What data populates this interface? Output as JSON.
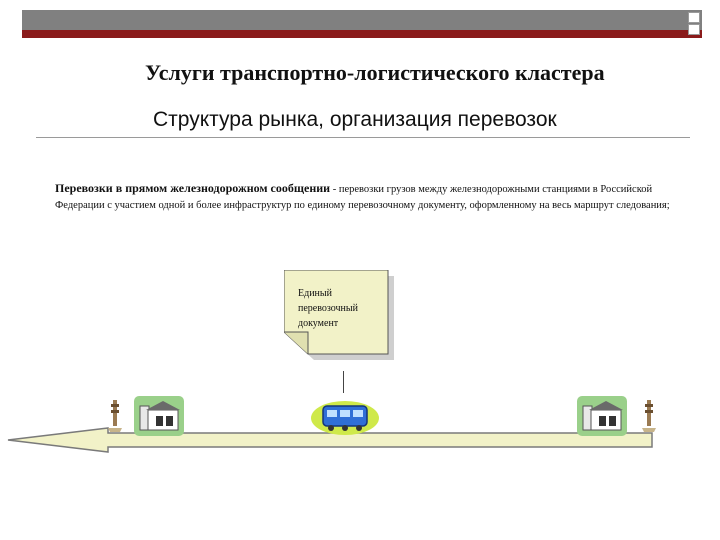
{
  "title": "Услуги транспортно-логистического кластера",
  "subtitle": "Структура рынка, организация перевозок",
  "definition": {
    "term": "Перевозки в прямом железнодорожном сообщении",
    "text": " - перевозки грузов между железнодорожными станциями в Российской Федерации с участием одной и более инфраструктур по единому перевозочному документу, оформленному на весь маршрут следования;"
  },
  "document_label": "Единый перевозочный документ",
  "icons": [
    "station-building-left-icon",
    "train-icon",
    "station-building-right-icon",
    "signal-post-icon"
  ],
  "colors": {
    "accent_red": "#8a1b1b",
    "document_fill": "#f2f2c8",
    "arrow_fill": "#f2f2c8",
    "arrow_stroke": "#7a7a7a"
  }
}
